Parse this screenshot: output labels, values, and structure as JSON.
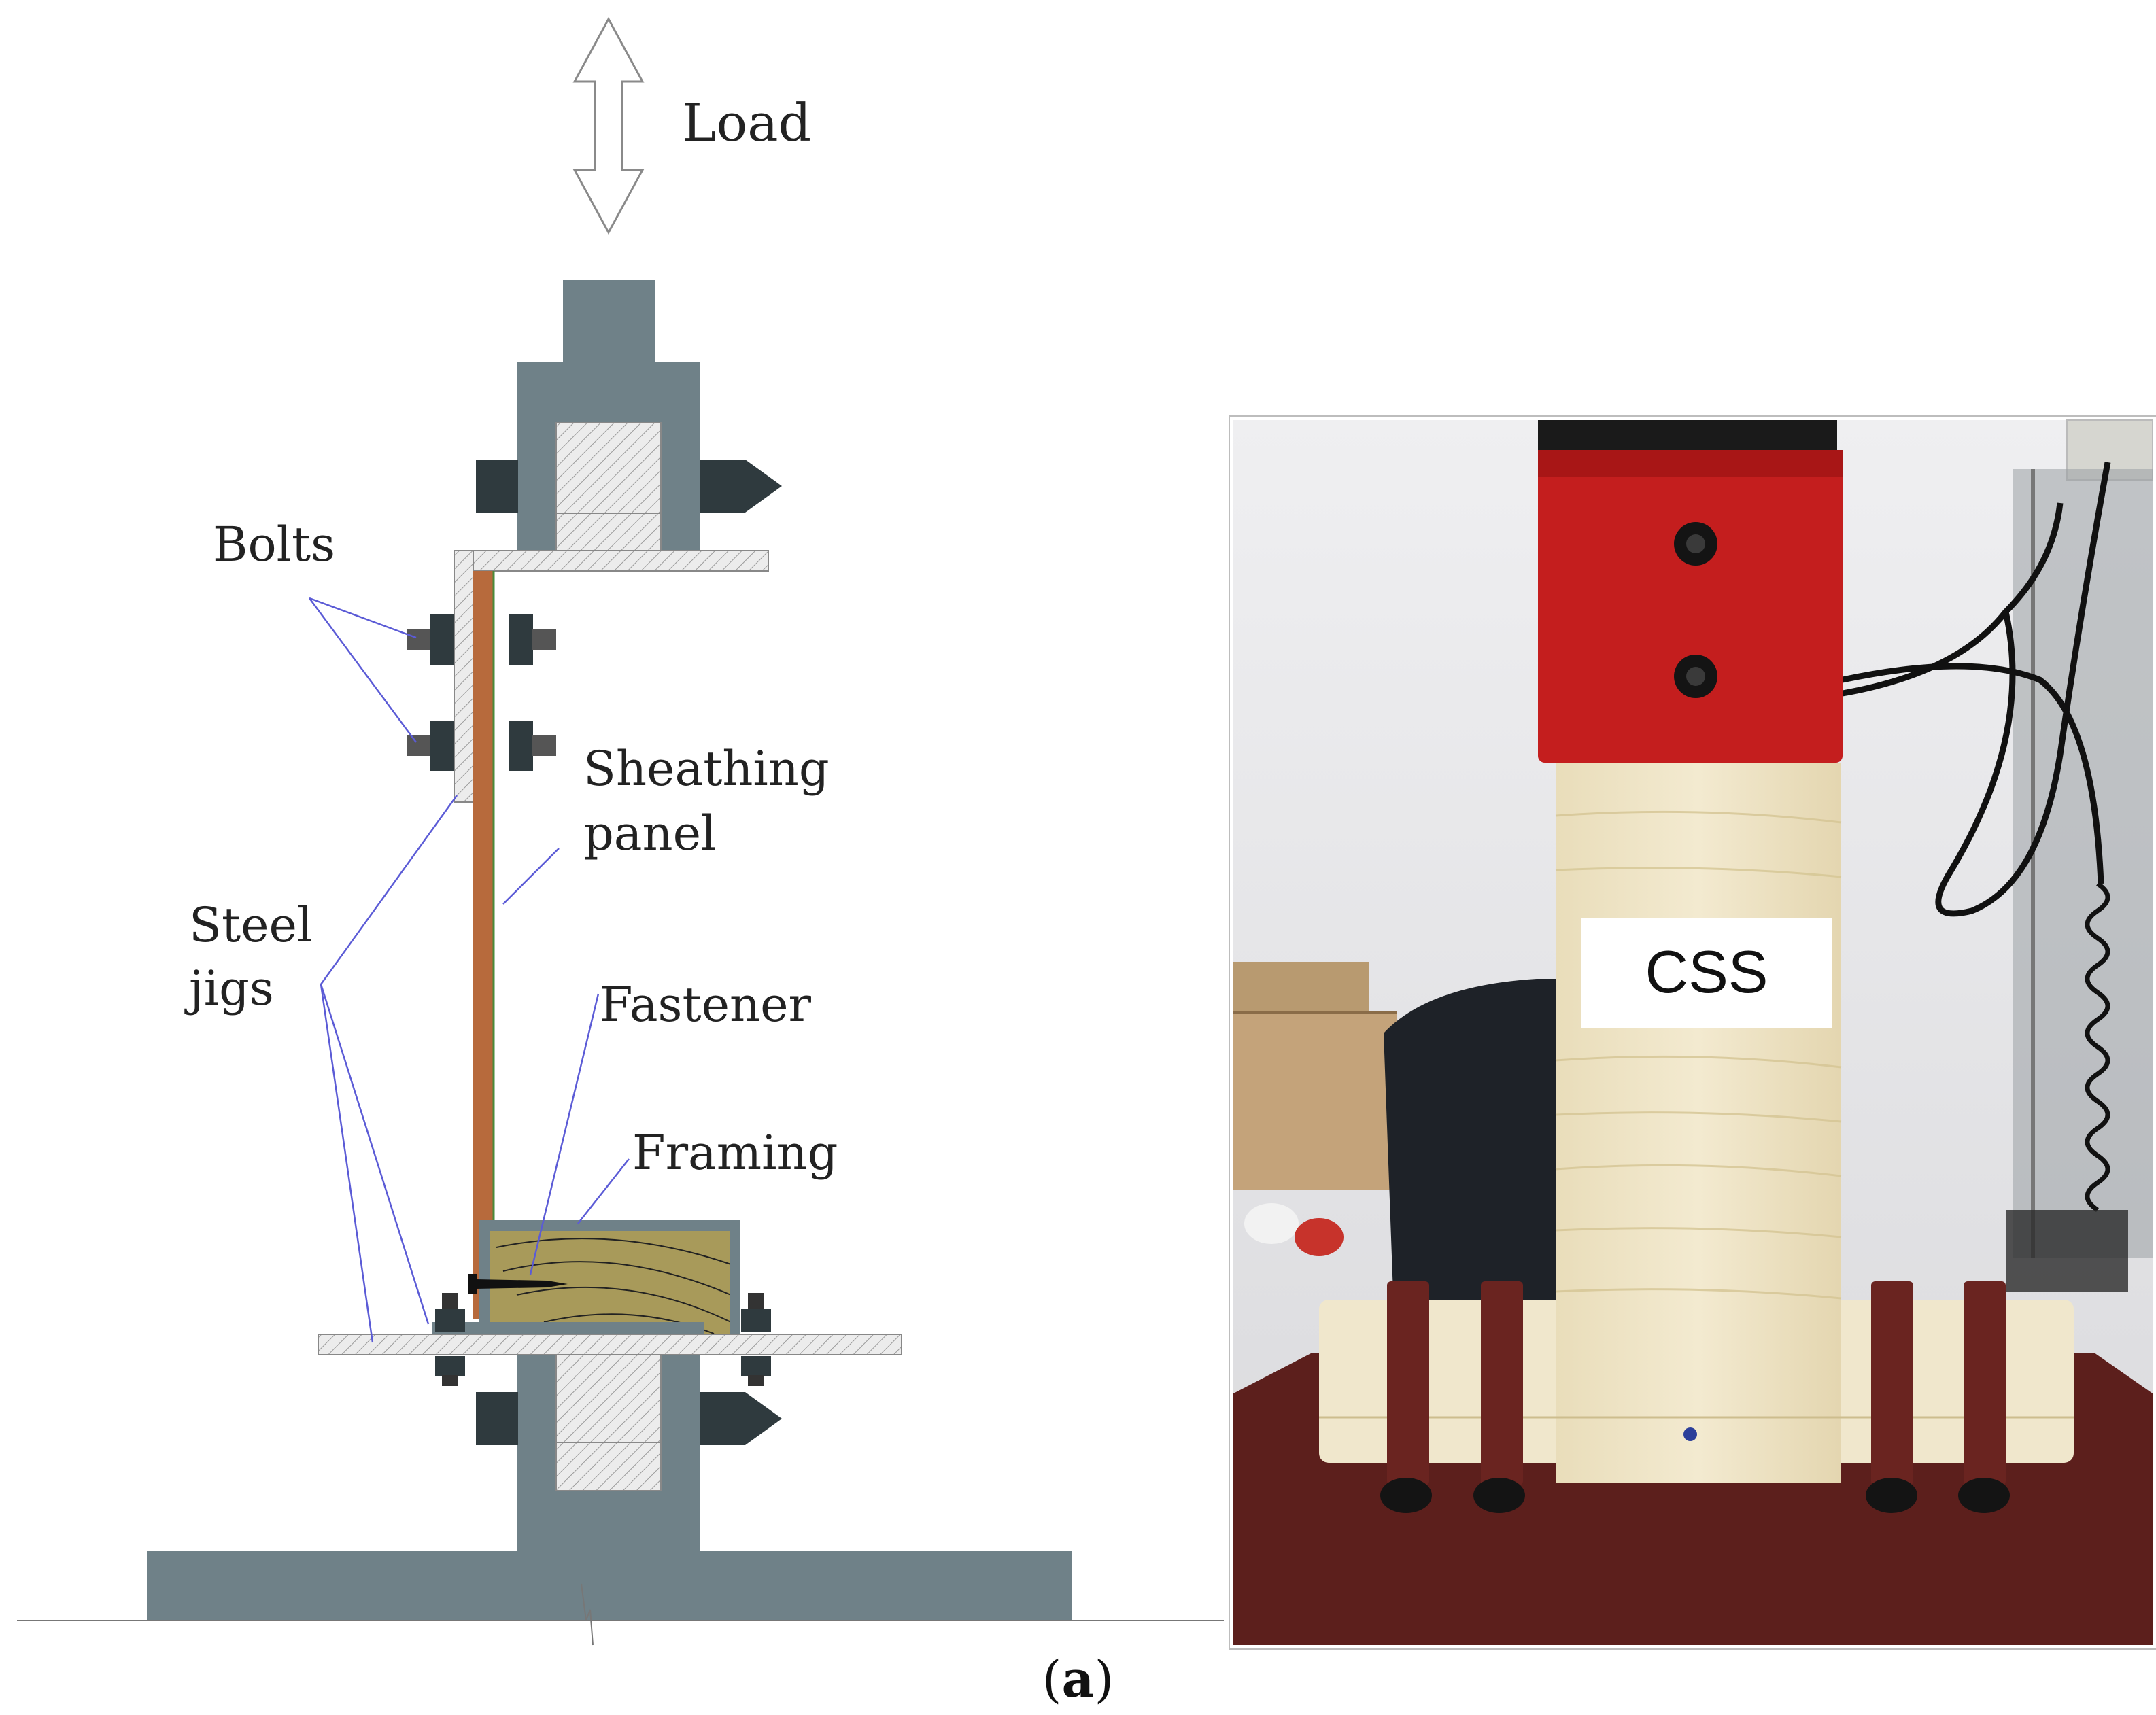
{
  "diagram": {
    "labels": {
      "load": "Load",
      "bolts": "Bolts",
      "sheathing_line1": "Sheathing",
      "sheathing_line2": "panel",
      "steel_line1": "Steel",
      "steel_line2": "jigs",
      "fastener": "Fastener",
      "framing": "Framing"
    },
    "colors": {
      "steel": "#6F8188",
      "steel_dark": "#2F3A3E",
      "sheathing": "#B76A3C",
      "framing": "#A89A5A",
      "leader_line": "#5B5BD6",
      "jig_plate": "#E0E0E0"
    }
  },
  "photo": {
    "specimen_label": "CSS",
    "colors": {
      "clamp_red": "#C41E1E",
      "wood": "#EFE6C8",
      "base": "#5C1F1C",
      "strap": "#6A2420",
      "wall": "#E6E6E8"
    }
  },
  "caption": {
    "open": "(",
    "letter": "a",
    "close": ")"
  }
}
